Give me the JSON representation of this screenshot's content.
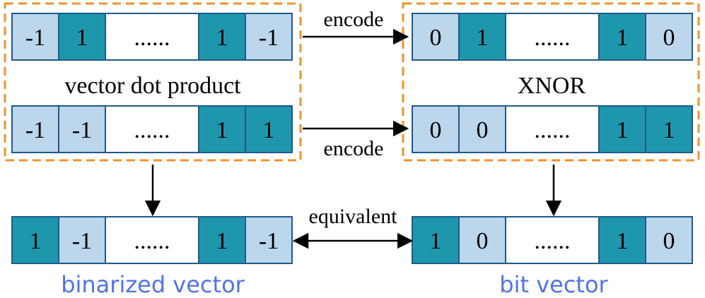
{
  "colors": {
    "dark_cell": "#1e97ad",
    "light_cell": "#bcd6ec",
    "empty_cell": "#ffffff",
    "cell_border": "#1e5a8a",
    "dashed_frame": "#f0922a",
    "caption": "#4f74e8",
    "arrow": "#000000"
  },
  "labels": {
    "left_group_caption": "vector dot product",
    "right_group_caption": "XNOR",
    "encode_top": "encode",
    "encode_bottom": "encode",
    "equivalent": "equivalent",
    "binarized_caption": "binarized vector",
    "bit_caption": "bit vector"
  },
  "vectors": {
    "top_left": [
      {
        "text": "-1",
        "fill": "light"
      },
      {
        "text": "1",
        "fill": "dark"
      },
      {
        "text": "......",
        "fill": "empty"
      },
      {
        "text": "1",
        "fill": "dark"
      },
      {
        "text": "-1",
        "fill": "light"
      }
    ],
    "bottom_left": [
      {
        "text": "-1",
        "fill": "light"
      },
      {
        "text": "-1",
        "fill": "light"
      },
      {
        "text": "......",
        "fill": "empty"
      },
      {
        "text": "1",
        "fill": "dark"
      },
      {
        "text": "1",
        "fill": "dark"
      }
    ],
    "top_right": [
      {
        "text": "0",
        "fill": "light"
      },
      {
        "text": "1",
        "fill": "dark"
      },
      {
        "text": "......",
        "fill": "empty"
      },
      {
        "text": "1",
        "fill": "dark"
      },
      {
        "text": "0",
        "fill": "light"
      }
    ],
    "bottom_right": [
      {
        "text": "0",
        "fill": "light"
      },
      {
        "text": "0",
        "fill": "light"
      },
      {
        "text": "......",
        "fill": "empty"
      },
      {
        "text": "1",
        "fill": "dark"
      },
      {
        "text": "1",
        "fill": "dark"
      }
    ],
    "binarized": [
      {
        "text": "1",
        "fill": "dark"
      },
      {
        "text": "-1",
        "fill": "light"
      },
      {
        "text": "......",
        "fill": "empty"
      },
      {
        "text": "1",
        "fill": "dark"
      },
      {
        "text": "-1",
        "fill": "light"
      }
    ],
    "bit": [
      {
        "text": "1",
        "fill": "dark"
      },
      {
        "text": "0",
        "fill": "light"
      },
      {
        "text": "......",
        "fill": "empty"
      },
      {
        "text": "1",
        "fill": "dark"
      },
      {
        "text": "0",
        "fill": "light"
      }
    ]
  }
}
